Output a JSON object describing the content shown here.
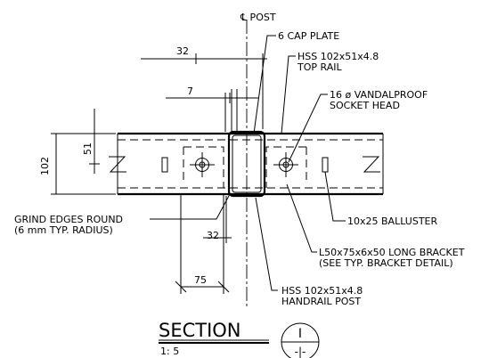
{
  "labels": {
    "post_centerline": "℄ POST",
    "cap_plate": "6 CAP PLATE",
    "top_rail_line1": "HSS 102x51x4.8",
    "top_rail_line2": "TOP RAIL",
    "socket_line1": "16 ø VANDALPROOF",
    "socket_line2": "SOCKET HEAD",
    "grind_line1": "GRIND EDGES ROUND",
    "grind_line2": "(6 mm TYP. RADIUS)",
    "baluster": "10x25 BALLUSTER",
    "bracket_line1": "L50x75x6x50 LONG BRACKET",
    "bracket_line2": "(SEE TYP. BRACKET DETAIL)",
    "handrail_line1": "HSS 102x51x4.8",
    "handrail_line2": "HANDRAIL POST"
  },
  "dimensions": {
    "top_32": "32",
    "top_7": "7",
    "left_102": "102",
    "left_51": "51",
    "bottom_32": "32",
    "bottom_75": "75"
  },
  "section_mark": {
    "title": "SECTION",
    "scale": "1: 5",
    "number": "I",
    "sheet": "-|-"
  }
}
